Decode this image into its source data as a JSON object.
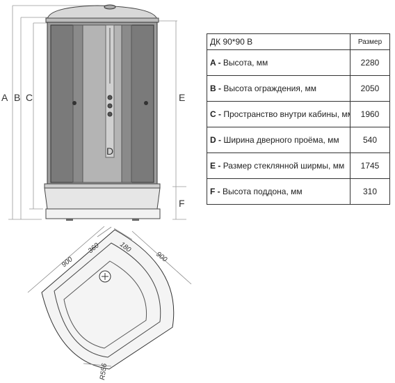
{
  "side_view": {
    "dimension_labels": {
      "a": "A",
      "b": "B",
      "c": "C",
      "d": "D",
      "e": "E",
      "f": "F"
    }
  },
  "top_view": {
    "dim_900_left": "900",
    "dim_360": "360",
    "dim_180": "180",
    "dim_900_right": "900",
    "radius": "R556"
  },
  "table": {
    "title": "ДК  90*90 В",
    "size_header": "Размер",
    "rows": [
      {
        "key": "A",
        "sep": " - ",
        "label": "Высота, мм",
        "value": "2280"
      },
      {
        "key": "B",
        "sep": " - ",
        "label": "Высота ограждения, мм",
        "value": "2050"
      },
      {
        "key": "C",
        "sep": " - ",
        "label": "Пространство внутри кабины, мм",
        "value": "1960"
      },
      {
        "key": "D",
        "sep": " - ",
        "label": "Ширина дверного проёма, мм",
        "value": "540"
      },
      {
        "key": "E",
        "sep": " - ",
        "label": "Размер стеклянной ширмы, мм",
        "value": "1745"
      },
      {
        "key": "F",
        "sep": " - ",
        "label": "Высота поддона, мм",
        "value": "310"
      }
    ]
  }
}
